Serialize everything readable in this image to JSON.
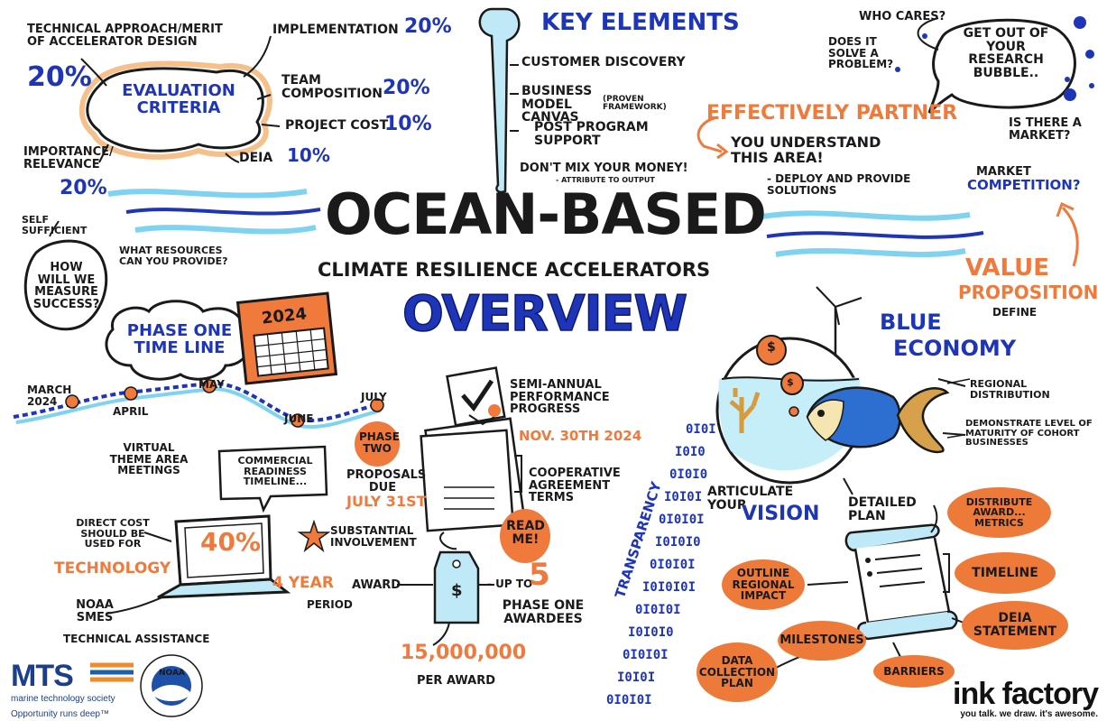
{
  "title": {
    "line1": "OCEAN-BASED",
    "line2": "CLIMATE RESILIENCE ACCELERATORS",
    "line3": "OVERVIEW"
  },
  "evaluation": {
    "center": "EVALUATION CRITERIA",
    "technical": "TECHNICAL APPROACH/MERIT OF ACCELERATOR DESIGN",
    "technical_pct": "20%",
    "implementation": "IMPLEMENTATION",
    "implementation_pct": "20%",
    "team": "TEAM COMPOSITION",
    "team_pct": "20%",
    "cost": "PROJECT COST",
    "cost_pct": "10%",
    "deia": "DEIA",
    "deia_pct": "10%",
    "importance": "IMPORTANCE/ RELEVANCE",
    "importance_pct": "20%"
  },
  "key_elements": {
    "title": "KEY ELEMENTS",
    "items": [
      "CUSTOMER DISCOVERY",
      "BUSINESS MODEL CANVAS",
      "(PROVEN FRAMEWORK)",
      "POST PROGRAM SUPPORT",
      "DON'T MIX YOUR MONEY!",
      "- ATTRIBUTE TO OUTPUT"
    ]
  },
  "research": {
    "who_cares": "WHO CARES?",
    "solve": "DOES IT SOLVE A PROBLEM?",
    "bubble": "GET OUT OF YOUR RESEARCH BUBBLE..",
    "market": "IS THERE A MARKET?",
    "competition_a": "MARKET",
    "competition_b": "COMPETITION?"
  },
  "partner": {
    "title": "EFFECTIVELY PARTNER",
    "line1": "YOU UNDERSTAND THIS AREA!",
    "line2": "- DEPLOY AND PROVIDE SOLUTIONS"
  },
  "value": {
    "line1": "VALUE",
    "line2": "PROPOSITION",
    "line3": "DEFINE"
  },
  "measure": {
    "self": "SELF SUFFICIENT",
    "bubble": "HOW WILL WE MEASURE SUCCESS?",
    "resources": "WHAT RESOURCES CAN YOU PROVIDE?"
  },
  "timeline": {
    "title": "PHASE ONE TIME LINE",
    "year": "2024",
    "march": "MARCH 2024",
    "april": "APRIL",
    "may": "MAY",
    "june": "JUNE",
    "july": "JULY",
    "virtual": "VIRTUAL THEME AREA MEETINGS",
    "phase_two": "PHASE TWO",
    "proposals": "PROPOSALS DUE",
    "july31": "JULY 31ST"
  },
  "performance": {
    "semi": "SEMI-ANNUAL PERFORMANCE PROGRESS",
    "date": "NOV. 30TH 2024",
    "coop": "COOPERATIVE AGREEMENT TERMS",
    "read_me": "READ ME!",
    "substantial": "SUBSTANTIAL INVOLVEMENT",
    "up_to": "- UP TO",
    "five": "5",
    "awardees": "PHASE ONE AWARDEES",
    "amount": "15,000,000",
    "per_award": "PER AWARD"
  },
  "laptop": {
    "commercial": "COMMERCIAL READINESS TIMELINE...",
    "pct": "40%",
    "direct": "DIRECT COST SHOULD BE USED FOR",
    "technology": "TECHNOLOGY",
    "four": "4 YEAR",
    "award": "AWARD",
    "period": "PERIOD",
    "noaa": "NOAA SMES",
    "tech_assist": "TECHNICAL ASSISTANCE"
  },
  "blue_economy": {
    "blue": "BLUE",
    "economy": "ECONOMY",
    "regional": "REGIONAL DISTRIBUTION",
    "demonstrate": "DEMONSTRATE LEVEL OF MATURITY OF COHORT BUSINESSES",
    "transparency": "TRANSPARENCY",
    "articulate": "ARTICULATE YOUR",
    "vision": "VISION",
    "detailed": "DETAILED PLAN"
  },
  "plan": {
    "distribute": "DISTRIBUTE AWARD... METRICS",
    "outline": "OUTLINE REGIONAL IMPACT",
    "timeline": "TIMELINE",
    "deia": "DEIA STATEMENT",
    "milestones": "MILESTONES",
    "data": "DATA COLLECTION PLAN",
    "barriers": "BARRIERS"
  },
  "logos": {
    "mts": "MTS",
    "mts_full": "marine technology society",
    "mts_tag": "Opportunity runs deep™",
    "noaa": "NOAA",
    "ink": "ink factory",
    "ink_tag": "you talk. we draw. it's awesome."
  },
  "colors": {
    "blue": "#1e35b8",
    "orange": "#ef7a3c",
    "light_blue": "#7fd3f0",
    "ink": "#1a1a1a"
  }
}
